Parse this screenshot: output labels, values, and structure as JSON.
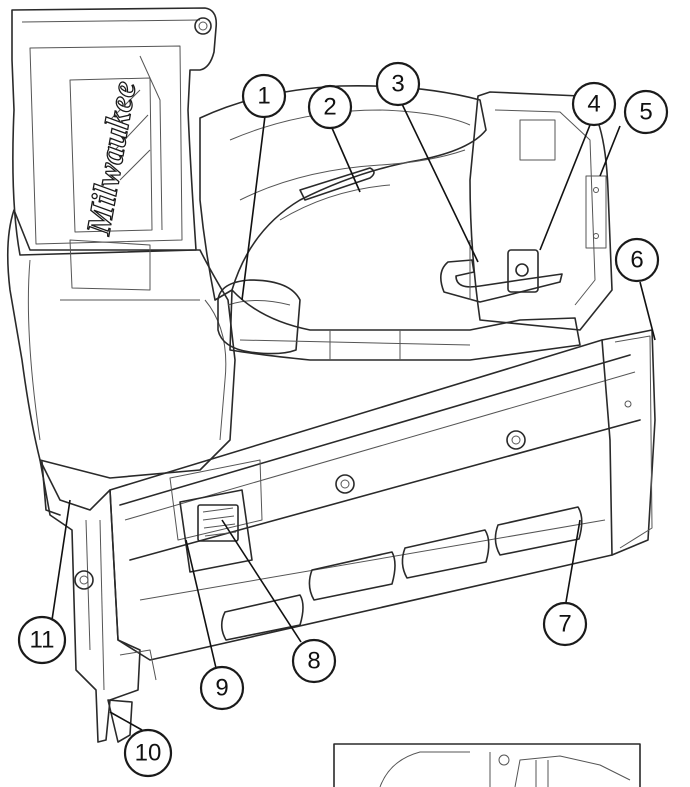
{
  "diagram": {
    "brand_text": "Milwaukee",
    "callouts": [
      {
        "id": "callout-1",
        "label": "1"
      },
      {
        "id": "callout-2",
        "label": "2"
      },
      {
        "id": "callout-3",
        "label": "3"
      },
      {
        "id": "callout-4",
        "label": "4"
      },
      {
        "id": "callout-5",
        "label": "5"
      },
      {
        "id": "callout-6",
        "label": "6"
      },
      {
        "id": "callout-7",
        "label": "7"
      },
      {
        "id": "callout-8",
        "label": "8"
      },
      {
        "id": "callout-9",
        "label": "9"
      },
      {
        "id": "callout-10",
        "label": "10"
      },
      {
        "id": "callout-11",
        "label": "11"
      }
    ]
  }
}
